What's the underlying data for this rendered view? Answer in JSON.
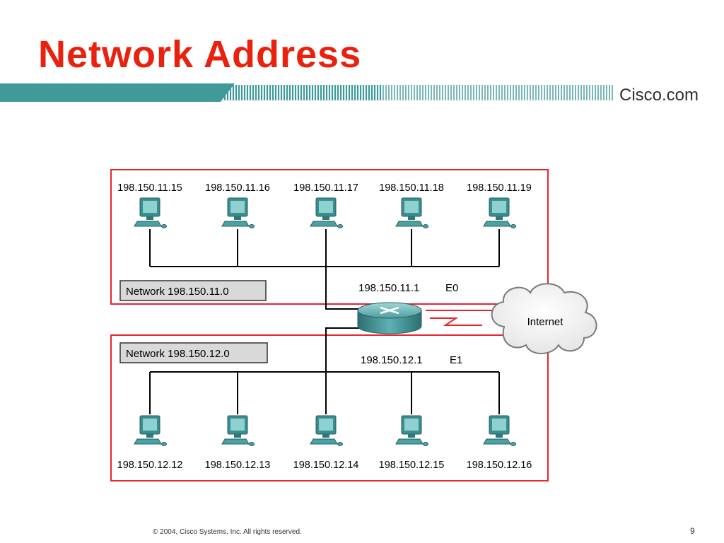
{
  "slide": {
    "title": "Network Address",
    "brand": "Cisco.com",
    "footer": "© 2004, Cisco Systems, Inc. All rights reserved.",
    "page_number": "9"
  },
  "diagram": {
    "top_network": {
      "label": "Network 198.150.11.0",
      "hosts": [
        "198.150.11.15",
        "198.150.11.16",
        "198.150.11.17",
        "198.150.11.18",
        "198.150.11.19"
      ]
    },
    "bottom_network": {
      "label": "Network 198.150.12.0",
      "hosts": [
        "198.150.12.12",
        "198.150.12.13",
        "198.150.12.14",
        "198.150.12.15",
        "198.150.12.16"
      ]
    },
    "router": {
      "e0_address": "198.150.11.1",
      "e0_label": "E0",
      "e1_address": "198.150.12.1",
      "e1_label": "E1"
    },
    "cloud_label": "Internet"
  },
  "colors": {
    "title": "#e8220f",
    "banner_teal": "#3f9a99",
    "network_border": "#e8242f",
    "router_teal": "#3c8f93",
    "computer_teal": "#49a3a3"
  }
}
